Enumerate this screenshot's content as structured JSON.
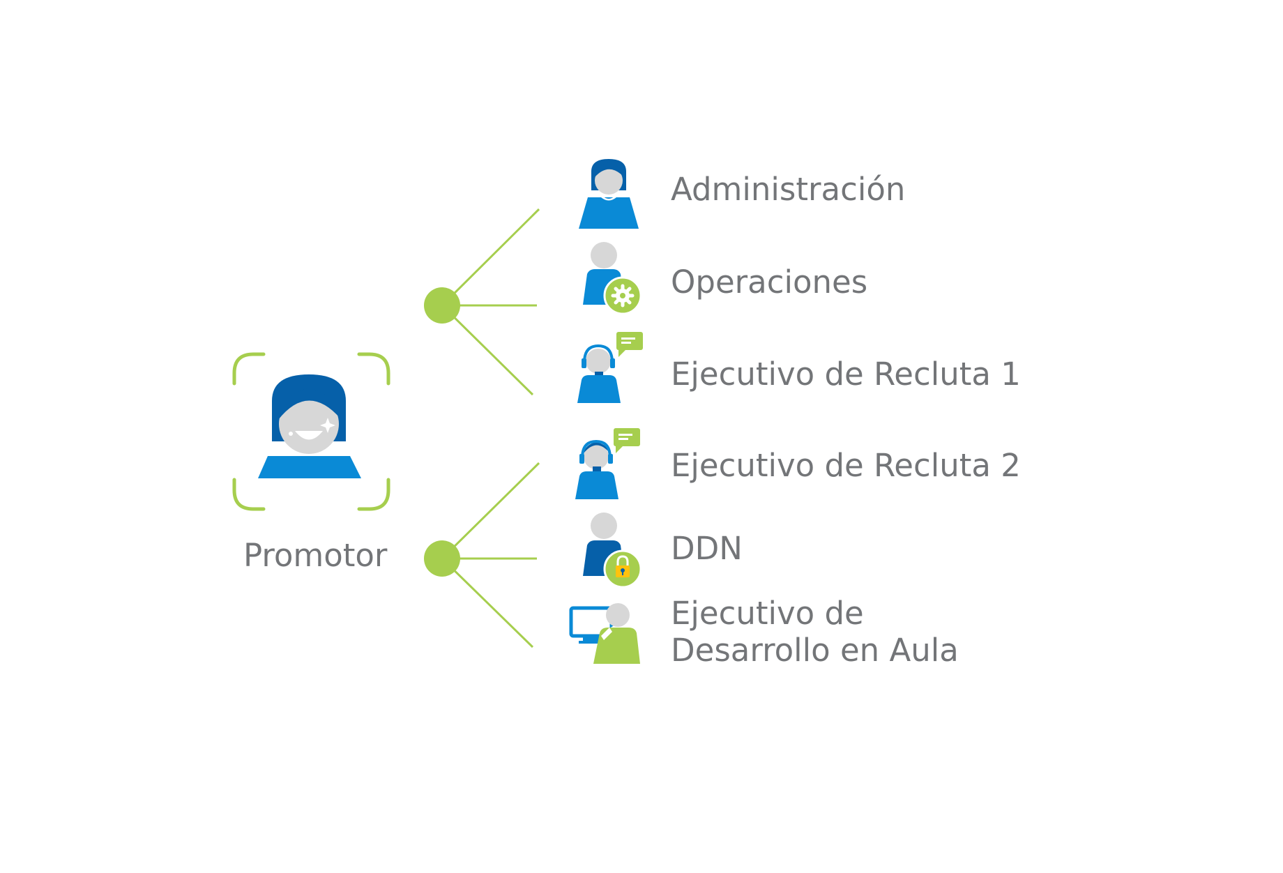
{
  "diagram": {
    "root": {
      "label": "Promotor"
    },
    "roles": [
      {
        "id": "admin",
        "label": "Administración"
      },
      {
        "id": "ops",
        "label": "Operaciones"
      },
      {
        "id": "er1",
        "label": "Ejecutivo de Recluta 1"
      },
      {
        "id": "er2",
        "label": "Ejecutivo de Recluta 2"
      },
      {
        "id": "ddn",
        "label": "DDN"
      },
      {
        "id": "eda",
        "label_line1": "Ejecutivo de",
        "label_line2": "Desarrollo en Aula"
      }
    ]
  },
  "icons": {
    "promotor": "smiling-woman-avatar-icon",
    "admin": "woman-employee-icon",
    "ops": "person-gear-icon",
    "er1": "headset-agent-chat-icon",
    "er2": "headset-agent-chat-icon",
    "ddn": "person-lock-icon",
    "eda": "person-computer-icon"
  },
  "colors": {
    "accent_green": "#A6CE4E",
    "primary_blue": "#0A8AD6",
    "dark_blue": "#0660A9",
    "face_gray": "#D7D7D7",
    "text_gray": "#737578"
  }
}
